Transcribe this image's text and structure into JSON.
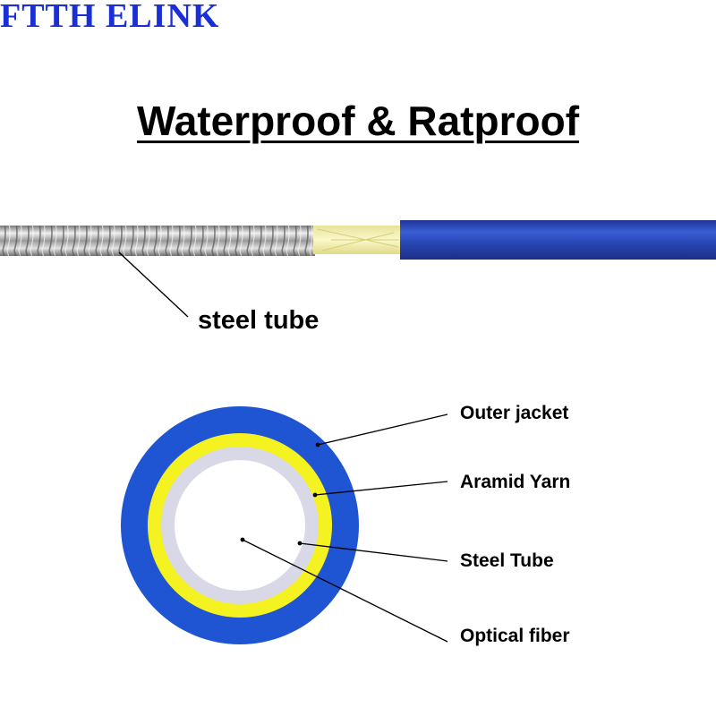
{
  "brand": "FTTH ELINK",
  "title": "Waterproof & Ratproof",
  "cable_label": "steel tube",
  "cross_section": {
    "labels": {
      "outer_jacket": "Outer jacket",
      "aramid_yarn": "Aramid Yarn",
      "steel_tube": "Steel Tube",
      "optical_fiber": "Optical fiber"
    }
  },
  "colors": {
    "brand": "#1a2fd6",
    "jacket": "#1f54d2",
    "aramid": "#f5f222",
    "steel": "#d8d8e6",
    "cable_blue": "#2b48b8",
    "yarn": "#f3efb0"
  }
}
